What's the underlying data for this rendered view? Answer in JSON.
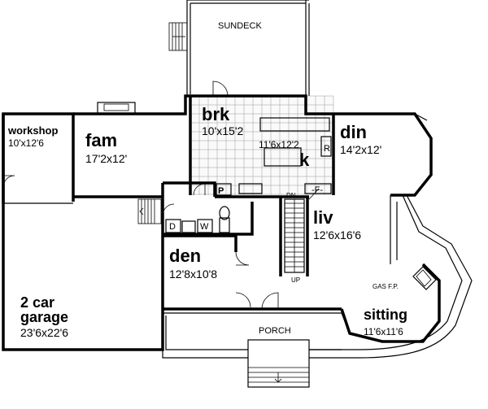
{
  "rooms": {
    "sundeck": {
      "name": "SUNDECK"
    },
    "workshop": {
      "name": "workshop",
      "dims": "10'x12'6"
    },
    "fam": {
      "name": "fam",
      "dims": "17'2x12'"
    },
    "brk": {
      "name": "brk",
      "dims": "10'x15'2"
    },
    "k": {
      "name": "k",
      "dims": "11'6x12'2"
    },
    "din": {
      "name": "din",
      "dims": "14'2x12'"
    },
    "liv": {
      "name": "liv",
      "dims": "12'6x16'6"
    },
    "den": {
      "name": "den",
      "dims": "12'8x10'8"
    },
    "garage": {
      "name_line1": "2 car",
      "name_line2": "garage",
      "dims": "23'6x22'6"
    },
    "sitting": {
      "name": "sitting",
      "dims": "11'6x11'6"
    },
    "porch": {
      "name": "PORCH"
    }
  },
  "fixtures": {
    "pantry": "P",
    "fridge": "R",
    "freezer": "-F-",
    "dryer": "D",
    "washer": "W",
    "gas_fireplace": "GAS F.P.",
    "stair_down": "DN",
    "stair_up": "UP"
  }
}
